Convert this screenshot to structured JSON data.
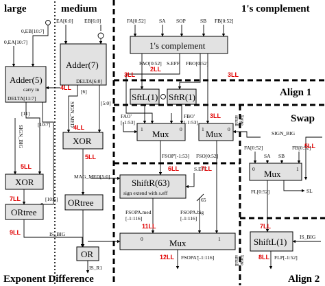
{
  "sections": {
    "large": "large",
    "medium": "medium",
    "ones_complement": "1's complement",
    "align1": "Align 1",
    "swap": "Swap",
    "align2": "Align 2",
    "exp_diff": "Exponent Difference"
  },
  "blocks": {
    "adder5": "Adder(5)",
    "adder7": "Adder(7)",
    "xor_med": "XOR",
    "xor_big": "XOR",
    "ortree_big": "ORtree",
    "ortree_med": "ORtree",
    "or": "OR",
    "ones_comp": "1's complement",
    "sftl": "SftL(1)",
    "sftr": "SftR(1)",
    "mux_a": "Mux",
    "mux_b": "Mux",
    "mux_c": "Mux",
    "shiftr63": "ShiftR(63)",
    "shiftr63_sub": "sign extend with s.eff",
    "mux_main": "Mux",
    "shiftl": "ShiftL(1)"
  },
  "signals": {
    "eb_large": "0,EB[10:7]",
    "ea_large": "0,EA[10:7]",
    "ea_med": "EA[6:0]",
    "eb_med": "EB[6:0]",
    "carry_in": "carry in",
    "delta_med": "DELTA[6:0]",
    "six": "[6]",
    "five_zero": "[5:0]",
    "delta_big": "DELTA[11:7]",
    "eleven": "[11]",
    "ten_seven": "[10:7]",
    "sign_big_v": "SIGN_BIG",
    "sign_med_v": "SIGN_MED",
    "ten_six": "[10:6]",
    "mag_med": "MAG_MED[5:0]",
    "is_big": "IS_BIG",
    "is_r1": "IS_R1",
    "fa": "FA[0:52]",
    "sa": "SA",
    "sop": "SOP",
    "sb": "SB",
    "fb": "FB[0:52]",
    "fao": "FAO[0:52]",
    "seff": "S.EFF",
    "fbo": "FBO[0:52]",
    "fao_p": "FAO'",
    "fao_p_range": "[-1:53]",
    "fbo_p": "FBO'",
    "fbo_p_range": "[-1:53]",
    "zero": "0",
    "one": "1",
    "fsop": "FSOP'[-1:53]",
    "fso": "FSO[0:52]",
    "large": "large",
    "small": "small",
    "sign_big_h": "SIGN_BIG",
    "fa2": "FA[0:52]",
    "sa2": "SA",
    "sb2": "SB",
    "fb2": "FB[0:52]",
    "fl": "FL[0:52]",
    "sl": "SL",
    "seff2": "S.EFF",
    "sixty_five": "65",
    "fsopa_med": "FSOPA.med",
    "fsopa_med_r": "[-1:116]",
    "fsopa_big": "FSOPA.big",
    "fsopa_big_r": "[-1:116]",
    "fsopa_out": "FSOPA'[-1:116]",
    "is_big_r": "IS_BIG",
    "flp": "FLP[-1:52]"
  },
  "latency": {
    "ll4a": "4LL",
    "ll5a": "5LL",
    "ll4b": "4LL",
    "ll5b": "5LL",
    "ll7a": "7LL",
    "ll9": "9LL",
    "ll3a": "3LL",
    "ll2": "2LL",
    "ll3b": "3LL",
    "ll3c": "3LL",
    "ll6": "6LL",
    "ll7b": "7LL",
    "ll11": "11LL",
    "ll12": "12LL",
    "ll5c": "5LL",
    "ll7c": "7LL",
    "ll8": "8LL"
  }
}
